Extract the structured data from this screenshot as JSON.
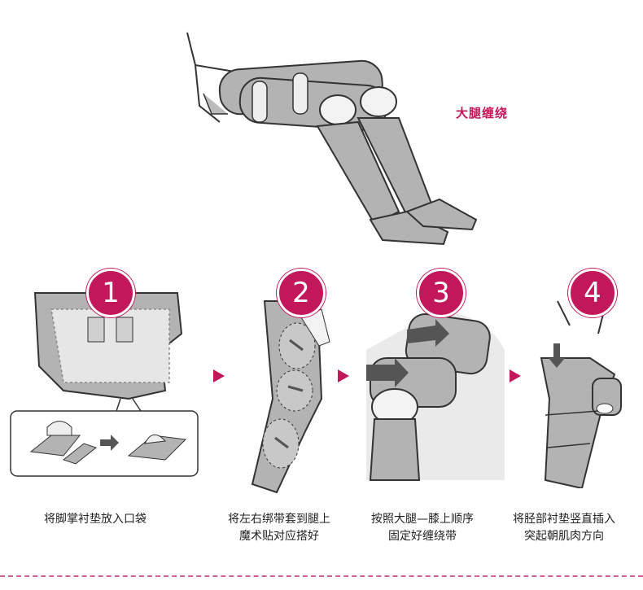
{
  "hero": {
    "caption": "大腿缠绕"
  },
  "steps": [
    {
      "number": "1",
      "caption_lines": [
        "将脚掌衬垫放入口袋"
      ]
    },
    {
      "number": "2",
      "caption_lines": [
        "将左右绑带套到腿上",
        "魔术贴对应搭好"
      ]
    },
    {
      "number": "3",
      "caption_lines": [
        "按照大腿—膝上顺序",
        "固定好缠绕带"
      ]
    },
    {
      "number": "4",
      "caption_lines": [
        "将胫部衬垫竖直插入",
        "突起朝肌肉方向"
      ]
    }
  ],
  "colors": {
    "accent": "#c2185b",
    "wrap_gray": "#b3b3b3",
    "outline": "#333333"
  }
}
